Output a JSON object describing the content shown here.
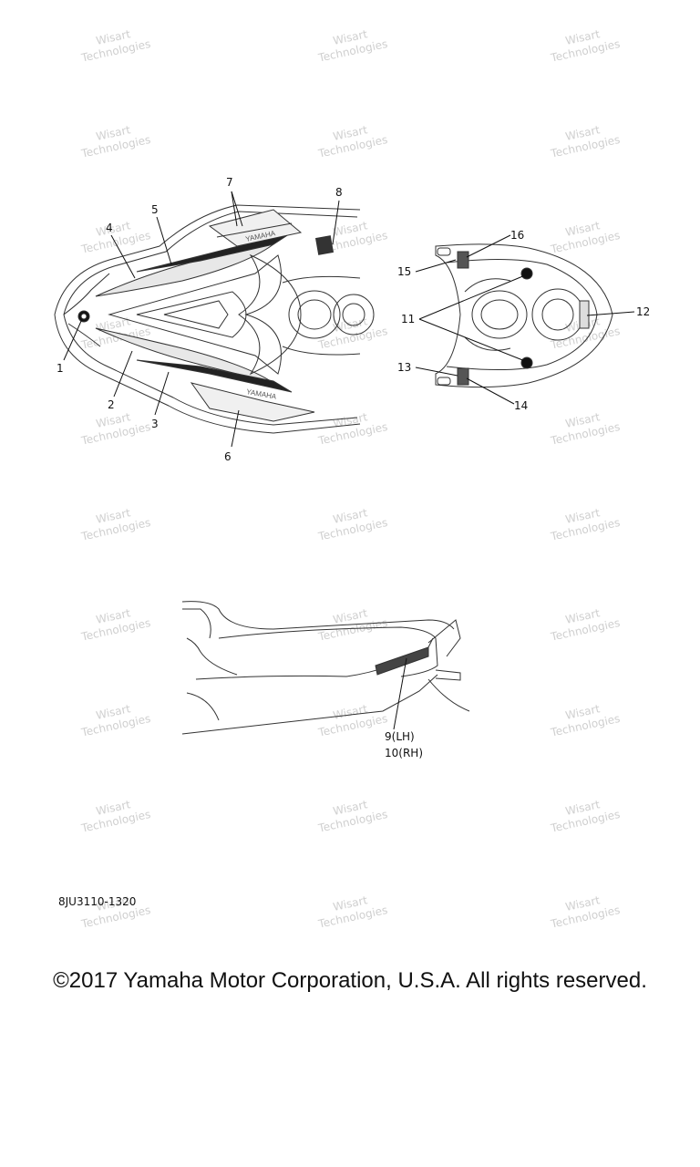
{
  "diagram": {
    "part_code": "8JU3110-1320",
    "watermark_line1": "Wisart",
    "watermark_line2": "Technologies",
    "callouts": [
      {
        "id": "c1",
        "label": "1"
      },
      {
        "id": "c2",
        "label": "2"
      },
      {
        "id": "c3",
        "label": "3"
      },
      {
        "id": "c4",
        "label": "4"
      },
      {
        "id": "c5",
        "label": "5"
      },
      {
        "id": "c6",
        "label": "6"
      },
      {
        "id": "c7",
        "label": "7"
      },
      {
        "id": "c8",
        "label": "8"
      },
      {
        "id": "c9",
        "label": "9(LH)"
      },
      {
        "id": "c10",
        "label": "10(RH)"
      },
      {
        "id": "c11",
        "label": "11"
      },
      {
        "id": "c12",
        "label": "12"
      },
      {
        "id": "c13",
        "label": "13"
      },
      {
        "id": "c14",
        "label": "14"
      },
      {
        "id": "c15",
        "label": "15"
      },
      {
        "id": "c16",
        "label": "16"
      }
    ],
    "decal_text": "YAMAHA"
  },
  "footer": {
    "copyright": "©2017 Yamaha Motor Corporation, U.S.A. All rights reserved."
  }
}
